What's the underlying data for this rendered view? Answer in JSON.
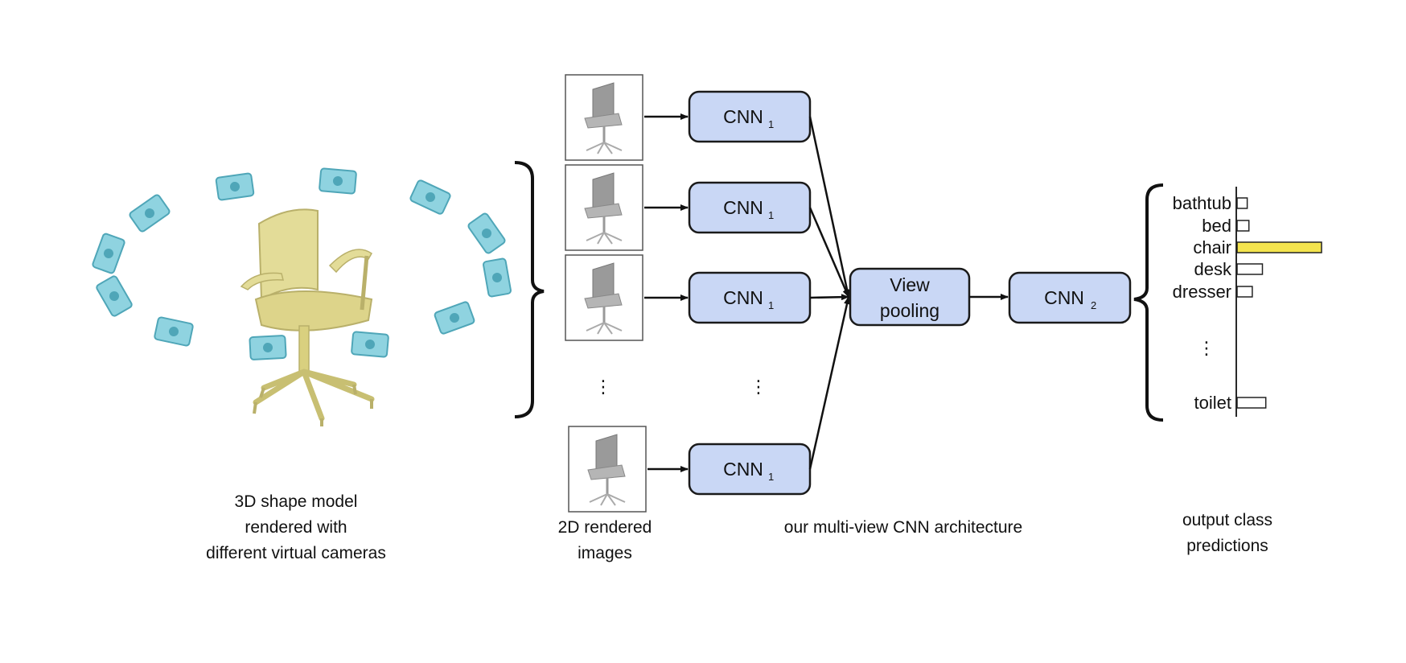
{
  "colors": {
    "box_fill": "#c9d7f5",
    "box_stroke": "#1a1a1a",
    "camera": "#8fd3e0",
    "camera_dark": "#4fa6b8",
    "chair": "#e3dc98",
    "chair_dark": "#b9b06a",
    "highlight_bar": "#f4e44e"
  },
  "views": [
    {
      "label": "CNN",
      "subscript": "1"
    },
    {
      "label": "CNN",
      "subscript": "1"
    },
    {
      "label": "CNN",
      "subscript": "1"
    },
    {
      "label": "CNN",
      "subscript": "1"
    }
  ],
  "pooling": {
    "line1": "View",
    "line2": "pooling"
  },
  "cnn2": {
    "label": "CNN",
    "subscript": "2"
  },
  "ellipsis": "⋮",
  "classes": [
    {
      "name": "bathtub",
      "score": 0.12
    },
    {
      "name": "bed",
      "score": 0.14
    },
    {
      "name": "chair",
      "score": 1.0
    },
    {
      "name": "desk",
      "score": 0.3
    },
    {
      "name": "dresser",
      "score": 0.18
    },
    {
      "name": "toilet",
      "score": 0.34
    }
  ],
  "captions": {
    "shape_model_1": "3D shape model",
    "shape_model_2": "rendered with",
    "shape_model_3": "different virtual cameras",
    "rendered_1": "2D rendered",
    "rendered_2": "images",
    "architecture": "our multi-view CNN architecture",
    "output_1": "output class",
    "output_2": "predictions"
  },
  "icons": {
    "camera": "camera-icon",
    "chair": "chair-model-icon",
    "render": "rendered-chair-view-icon"
  }
}
